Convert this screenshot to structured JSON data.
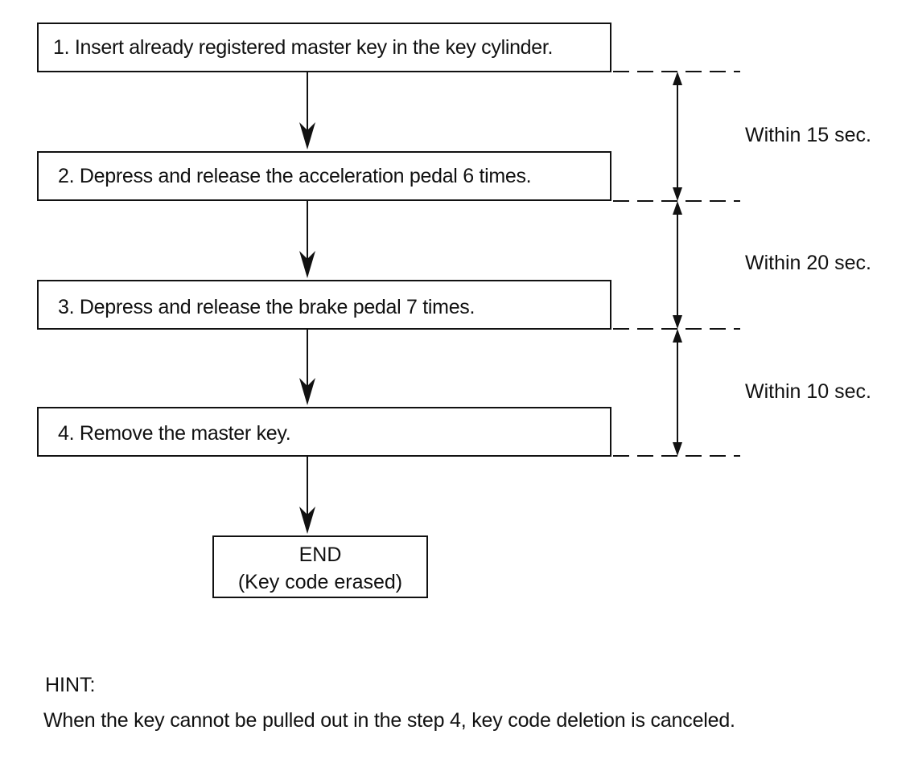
{
  "steps": [
    {
      "label": "1. Insert already registered master key in the key cylinder."
    },
    {
      "label": "2. Depress and release the acceleration pedal 6 times."
    },
    {
      "label": "3. Depress and release the brake pedal 7 times."
    },
    {
      "label": "4. Remove the master key."
    }
  ],
  "end": {
    "title": "END",
    "subtitle": "(Key code erased)"
  },
  "intervals": [
    {
      "label": "Within 15 sec."
    },
    {
      "label": "Within 20 sec."
    },
    {
      "label": "Within 10 sec."
    }
  ],
  "hint": {
    "title": "HINT:",
    "text": "When the key cannot be pulled out in the step 4, key code deletion is canceled."
  }
}
